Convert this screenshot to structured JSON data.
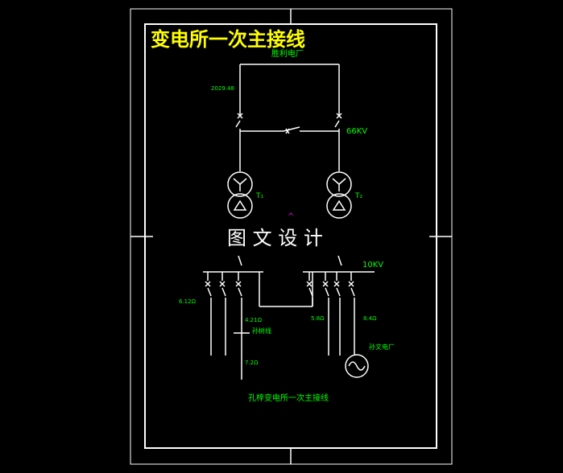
{
  "drawing": {
    "title": "变电所一次主接线",
    "watermark": "图 文 设 计",
    "caption": "孔梓变电所一次主接线",
    "source_label": "胜利电厂",
    "line_code": "2029.48",
    "hv_voltage": "66KV",
    "lv_voltage": "10KV",
    "t1_label": "T₁",
    "t2_label": "T₂",
    "feeder_a": "6.12Ω",
    "feeder_b": "4.21Ω",
    "feeder_c_name": "孙树线",
    "feeder_c_val": "7.2Ω",
    "feeder_d": "5.8Ω",
    "feeder_e": "8.4Ω",
    "generator_label": "孙文电厂",
    "marker": "^"
  },
  "colors": {
    "line": "#ffffff",
    "label": "#00ff00",
    "title": "#ffff00",
    "marker": "#ff00ff",
    "frame": "#ffffff",
    "background": "#000000"
  }
}
